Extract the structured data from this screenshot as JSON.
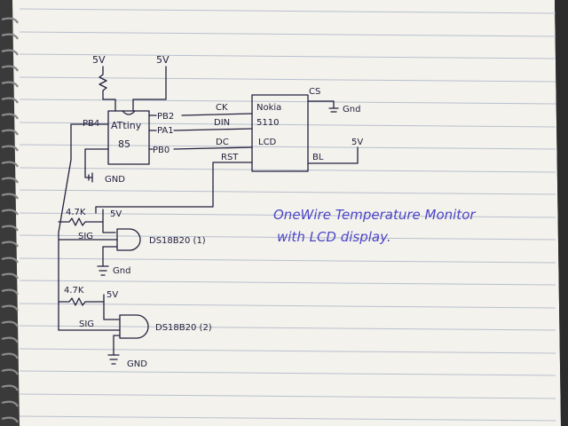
{
  "colors": {
    "paper": "#f3f2ec",
    "rule": "#b9bfcf",
    "pencil": "#23213f",
    "blue_ink": "#4b45c8",
    "spiral": "#8a8a8a"
  },
  "labels": {
    "vcc_left": "5V",
    "vcc_right": "5V",
    "mcu_name": "ATtiny",
    "mcu_model": "85",
    "pin_pb2": "PB2",
    "pin_pa1": "PA1",
    "pin_pb0": "PB0",
    "pin_pb4": "PB4",
    "mcu_gnd": "GND",
    "lcd_line1": "Nokia",
    "lcd_line2": "5110",
    "lcd_line3": "LCD",
    "wire_clk": "CK",
    "wire_din": "DIN",
    "wire_dc": "DC",
    "wire_rst": "RST",
    "lcd_cs": "CS",
    "lcd_cs_gnd": "Gnd",
    "lcd_bl": "BL",
    "lcd_bl_vcc": "5V",
    "s1_res": "4.7K",
    "s1_vcc": "5V",
    "s1_sig": "SIG",
    "s1_name": "DS18B20 (1)",
    "s1_gnd": "Gnd",
    "s2_res": "4.7K",
    "s2_vcc": "5V",
    "s2_sig": "SIG",
    "s2_name": "DS18B20 (2)",
    "s2_gnd": "GND"
  },
  "note": {
    "line1": "OneWire Temperature Monitor",
    "line2": "with LCD display."
  }
}
